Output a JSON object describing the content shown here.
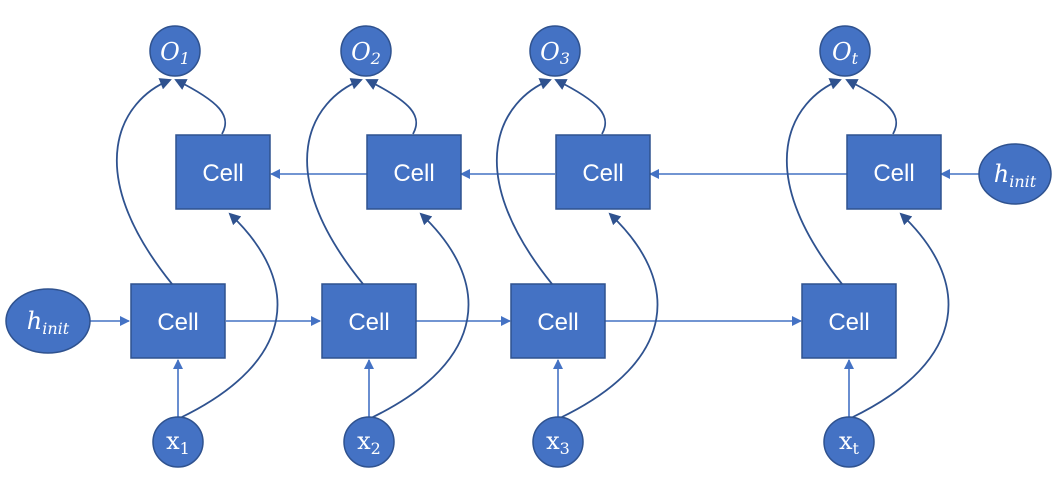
{
  "diagram": {
    "cell_label": "Cell",
    "outputs": [
      {
        "base": "O",
        "sub": "1"
      },
      {
        "base": "O",
        "sub": "2"
      },
      {
        "base": "O",
        "sub": "3"
      },
      {
        "base": "O",
        "sub": "t"
      }
    ],
    "inputs": [
      {
        "base": "x",
        "sub": "1"
      },
      {
        "base": "x",
        "sub": "2"
      },
      {
        "base": "x",
        "sub": "3"
      },
      {
        "base": "x",
        "sub": "t"
      }
    ],
    "h_init_forward": {
      "base": "h",
      "sub": "init"
    },
    "h_init_backward": {
      "base": "h",
      "sub": "init"
    },
    "colors": {
      "node_fill": "#4472c4",
      "node_stroke": "#2f528f",
      "text": "#ffffff"
    }
  }
}
